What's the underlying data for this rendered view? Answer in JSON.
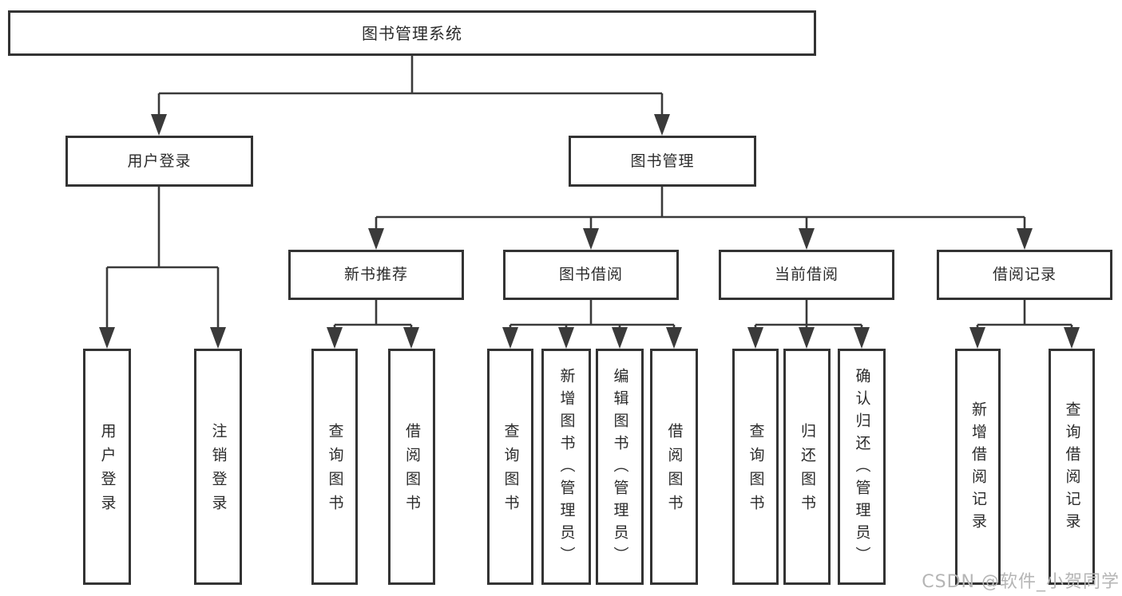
{
  "diagram": {
    "tree": {
      "label": "图书管理系统",
      "children": [
        {
          "label": "用户登录",
          "children": [
            {
              "label": "用户登录"
            },
            {
              "label": "注销登录"
            }
          ]
        },
        {
          "label": "图书管理",
          "children": [
            {
              "label": "新书推荐",
              "children": [
                {
                  "label": "查询图书"
                },
                {
                  "label": "借阅图书"
                }
              ]
            },
            {
              "label": "图书借阅",
              "children": [
                {
                  "label": "查询图书"
                },
                {
                  "label": "新增图书（管理员）"
                },
                {
                  "label": "编辑图书（管理员）"
                },
                {
                  "label": "借阅图书"
                }
              ]
            },
            {
              "label": "当前借阅",
              "children": [
                {
                  "label": "查询图书"
                },
                {
                  "label": "归还图书"
                },
                {
                  "label": "确认归还（管理员）"
                }
              ]
            },
            {
              "label": "借阅记录",
              "children": [
                {
                  "label": "新增借阅记录"
                },
                {
                  "label": "查询借阅记录"
                }
              ]
            }
          ]
        }
      ]
    }
  },
  "watermark": {
    "text": "CSDN @软件_小贺同学"
  },
  "colors": {
    "line": "#3a3a3a",
    "box_border": "#333333",
    "text": "#2b2b2b",
    "watermark": "#b5b5b5",
    "background": "#ffffff"
  }
}
